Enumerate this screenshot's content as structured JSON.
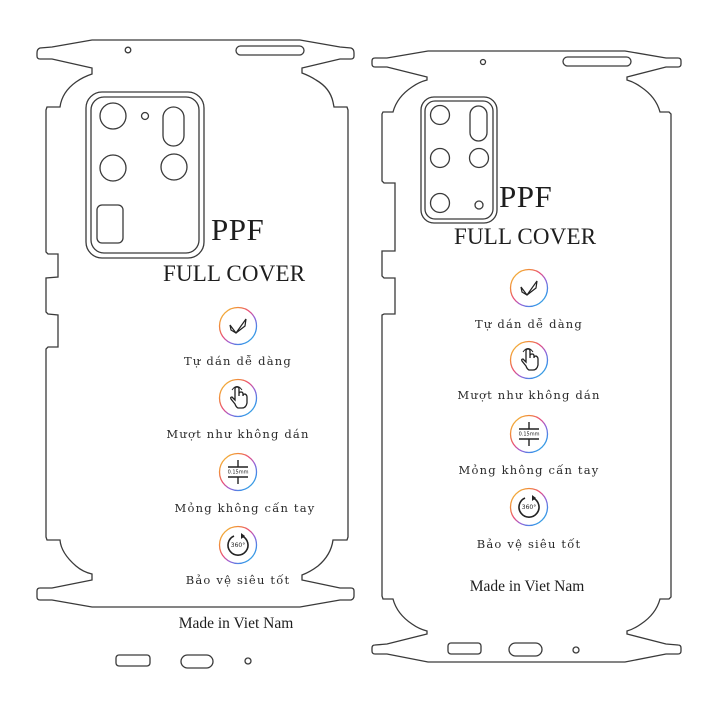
{
  "product": {
    "title": "PPF",
    "subtitle": "FULL COVER",
    "origin": "Made in Viet Nam"
  },
  "features": [
    {
      "icon": "checkmark-icon",
      "label": "Tự dán dễ dàng"
    },
    {
      "icon": "touch-hand-icon",
      "label": "Mượt như không dán"
    },
    {
      "icon": "thickness-icon",
      "label": "Mỏng không cấn tay",
      "icon_text": "0.15mm"
    },
    {
      "icon": "rotate-360-icon",
      "label": "Bảo vệ siêu tốt",
      "icon_text": "360°"
    }
  ],
  "skins": [
    {
      "name": "left-skin",
      "camera_layout": "ultra-style-4-lens"
    },
    {
      "name": "right-skin",
      "camera_layout": "plus-style-5-lens"
    }
  ],
  "colors": {
    "outline": "#3a3a3a",
    "text": "#222222",
    "ring_gradient": [
      "#f5d33a",
      "#f08a3c",
      "#e94b7a",
      "#9b5fd6",
      "#3a8ee8",
      "#39c2d8"
    ]
  }
}
